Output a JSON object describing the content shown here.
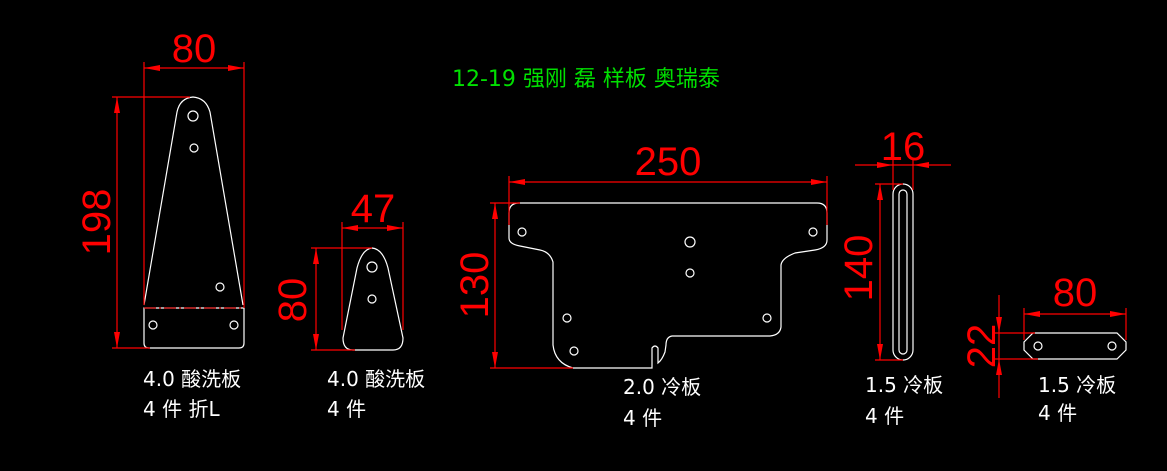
{
  "title": "12-19 强刚  磊  样板  奥瑞泰",
  "colors": {
    "background": "#000000",
    "dimension": "#ff0000",
    "outline": "#ffffff",
    "title": "#00e000"
  },
  "parts": [
    {
      "width_dim": "80",
      "height_dim": "198",
      "material": "4.0 酸洗板",
      "quantity": "4 件 折L"
    },
    {
      "width_dim": "47",
      "height_dim": "80",
      "material": "4.0 酸洗板",
      "quantity": "4 件"
    },
    {
      "width_dim": "250",
      "height_dim": "130",
      "material": "2.0 冷板",
      "quantity": "4 件"
    },
    {
      "width_dim": "16",
      "height_dim": "140",
      "material": "1.5 冷板",
      "quantity": "4 件"
    },
    {
      "width_dim": "80",
      "height_dim": "22",
      "material": "1.5 冷板",
      "quantity": "4 件"
    }
  ]
}
